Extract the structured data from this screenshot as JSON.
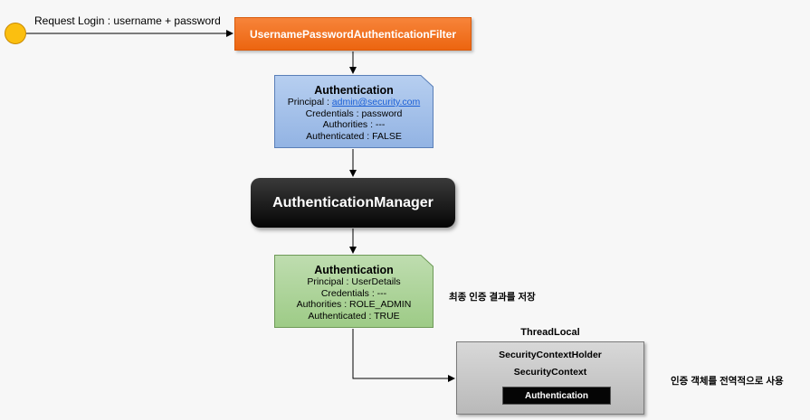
{
  "request": {
    "label": "Request Login : username + password"
  },
  "filter": {
    "label": "UsernamePasswordAuthenticationFilter"
  },
  "auth_before": {
    "title": "Authentication",
    "principal_prefix": "Principal : ",
    "principal_value": "admin@security.com",
    "credentials": "Credentials : password",
    "authorities": "Authorities : ---",
    "authenticated": "Authenticated : FALSE"
  },
  "manager": {
    "label": "AuthenticationManager"
  },
  "auth_after": {
    "title": "Authentication",
    "principal": "Principal : UserDetails",
    "credentials": "Credentials : ---",
    "authorities": "Authorities : ROLE_ADMIN",
    "authenticated": "Authenticated : TRUE"
  },
  "notes": {
    "save_result": "최종 인증 결과를 저장",
    "global_use": "인증 객체를 전역적으로 사용"
  },
  "threadlocal": {
    "title": "ThreadLocal",
    "holder": "SecurityContextHolder",
    "context": "SecurityContext",
    "authentication": "Authentication"
  },
  "colors": {
    "start_circle": "#fbbf10",
    "filter_box": "#ec6510",
    "auth_before_card": "#a3c0ea",
    "auth_after_card": "#acd398",
    "manager_box": "#111111",
    "threadlocal_box": "#c9c9c9",
    "link": "#1a5fd6"
  }
}
